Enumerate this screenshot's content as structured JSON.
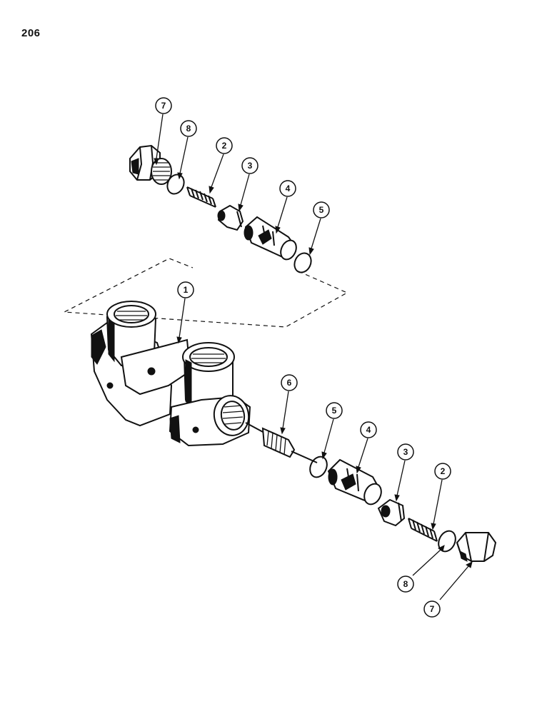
{
  "page_number": "206",
  "callouts": {
    "top": [
      {
        "label": "7"
      },
      {
        "label": "8"
      },
      {
        "label": "2"
      },
      {
        "label": "3"
      },
      {
        "label": "4"
      },
      {
        "label": "5"
      }
    ],
    "body": {
      "label": "1"
    },
    "bottom": [
      {
        "label": "6"
      },
      {
        "label": "5"
      },
      {
        "label": "4"
      },
      {
        "label": "3"
      },
      {
        "label": "2"
      },
      {
        "label": "8"
      },
      {
        "label": "7"
      }
    ]
  }
}
